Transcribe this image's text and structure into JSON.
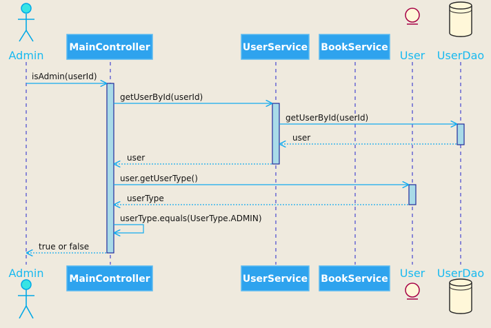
{
  "participants": {
    "admin": "Admin",
    "main_controller": "MainController",
    "user_service": "UserService",
    "book_service": "BookService",
    "user": "User",
    "user_dao": "UserDao"
  },
  "messages": [
    "isAdmin(userId)",
    "getUserById(userId)",
    "getUserById(userId)",
    "user",
    "user",
    "user.getUserType()",
    "userType",
    "userType.equals(UserType.ADMIN)",
    "true or false"
  ],
  "colors": {
    "background": "#efeade",
    "participant_fill": "#2ea3ee",
    "label_blue": "#17b9f0",
    "arrow": "#11aaf0",
    "activation_fill": "#a9dbe8",
    "entity_stroke": "#a60045"
  }
}
